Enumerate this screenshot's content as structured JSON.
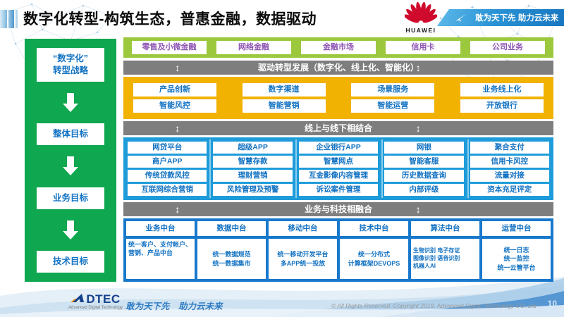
{
  "header": {
    "title": "数字化转型-构筑生态，普惠金融，数据驱动",
    "huawei_wordmark": "HUAWEI",
    "banner_slogan": "敢为天下先 助力云未来"
  },
  "sidebar": {
    "items": [
      "“数字化”\n转型战略",
      "整体目标",
      "业务目标",
      "技术目标"
    ]
  },
  "business_lines": [
    "零售及小微金融",
    "网络金融",
    "金融市场",
    "信用卡",
    "公司业务"
  ],
  "bars": {
    "drive": "驱动转型发展（数字化、线上化、智能化）",
    "online_offline": "线上与线下相结合",
    "biz_tech": "业务与科技相融合"
  },
  "capabilities": [
    [
      "产品创新",
      "数字渠道",
      "场景服务",
      "业务线上化"
    ],
    [
      "智能风控",
      "智能营销",
      "智能运营",
      "开放银行"
    ]
  ],
  "platforms": [
    [
      "网贷平台",
      "超级APP",
      "企业银行APP",
      "网银",
      "聚合支付"
    ],
    [
      "商户APP",
      "智慧存款",
      "智慧网点",
      "智能客服",
      "信用卡风控"
    ],
    [
      "传统贷款风控",
      "理财营销",
      "互金影像内容管理",
      "历史数据查询",
      "流量对接"
    ],
    [
      "互联网综合营销",
      "风险管理及预警",
      "诉讼案件管理",
      "内部评级",
      "资本充足评定"
    ]
  ],
  "middle_platforms": [
    {
      "title": "业务中台",
      "body": "统一客户、支付帐户、营销、产品中台"
    },
    {
      "title": "数据中台",
      "body": "统一数据规范\n统一数据集市"
    },
    {
      "title": "移动中台",
      "body": "统一移动开发平台\n多APP统一投放"
    },
    {
      "title": "技术中台",
      "body": "统一分布式\n计算框架DEVOPS"
    },
    {
      "title": "算法中台",
      "body": "生物识别 电子存证\n图像识别 语音识别\n机器人AI"
    },
    {
      "title": "运营中台",
      "body": "统一日志\n统一监控\n统一云管平台"
    }
  ],
  "footer": {
    "logo_text": "DTEC",
    "logo_subtext": "Advanced Digital Technology",
    "slogan": "敢为天下先　助力云未来",
    "copyright": "© All Rights Reserved. Copyright 2019. Advanced Digital Technology CO.,Ltd",
    "page_number": "10"
  },
  "colors": {
    "sidebar_green": "#0fa750",
    "business_line_green": "#9cc83e",
    "business_line_text_purple": "#8e57b5",
    "bar_gray": "#7e7e7e",
    "capability_yellow": "#f2b202",
    "platform_blue": "#1e9cda",
    "middle_platform_blue": "#1878cc",
    "text_blue": "#1272c2",
    "huawei_red": "#cf0a2c",
    "banner_blue": "#1876c0"
  }
}
